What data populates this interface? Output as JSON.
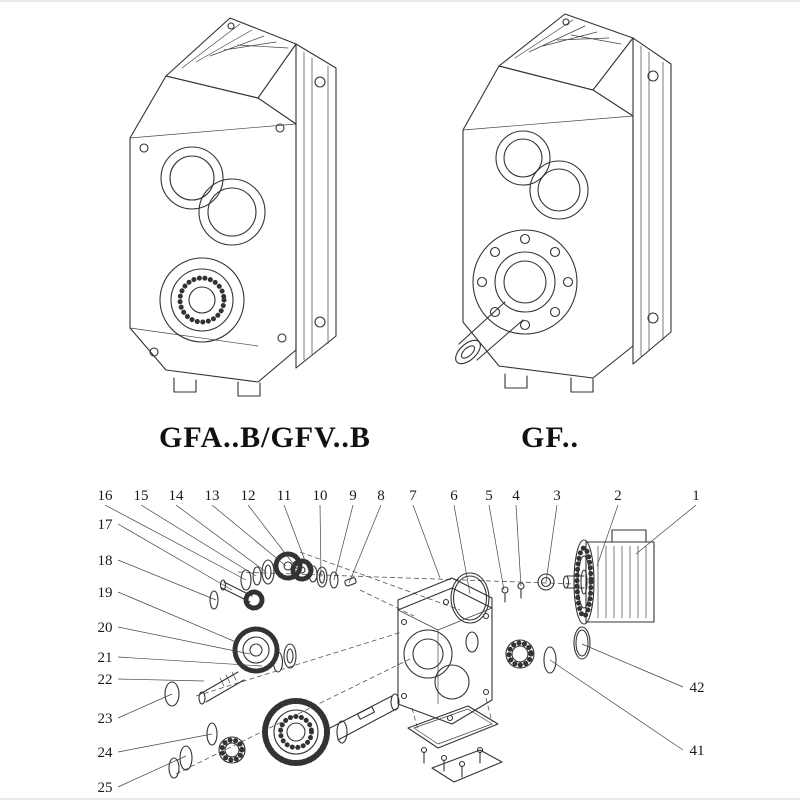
{
  "labels": {
    "left": "GFA..B/GFV..B",
    "right": "GF.."
  },
  "callouts": {
    "top": [
      "16",
      "15",
      "14",
      "13",
      "12",
      "11",
      "10",
      "9",
      "8",
      "7",
      "6",
      "5",
      "4",
      "3",
      "2",
      "1"
    ],
    "left": [
      "17",
      "18",
      "19",
      "20",
      "21",
      "22",
      "23",
      "24",
      "25"
    ],
    "right": [
      "42",
      "41"
    ]
  },
  "colors": {
    "line": "#2f2f2f",
    "background": "#ffffff"
  }
}
